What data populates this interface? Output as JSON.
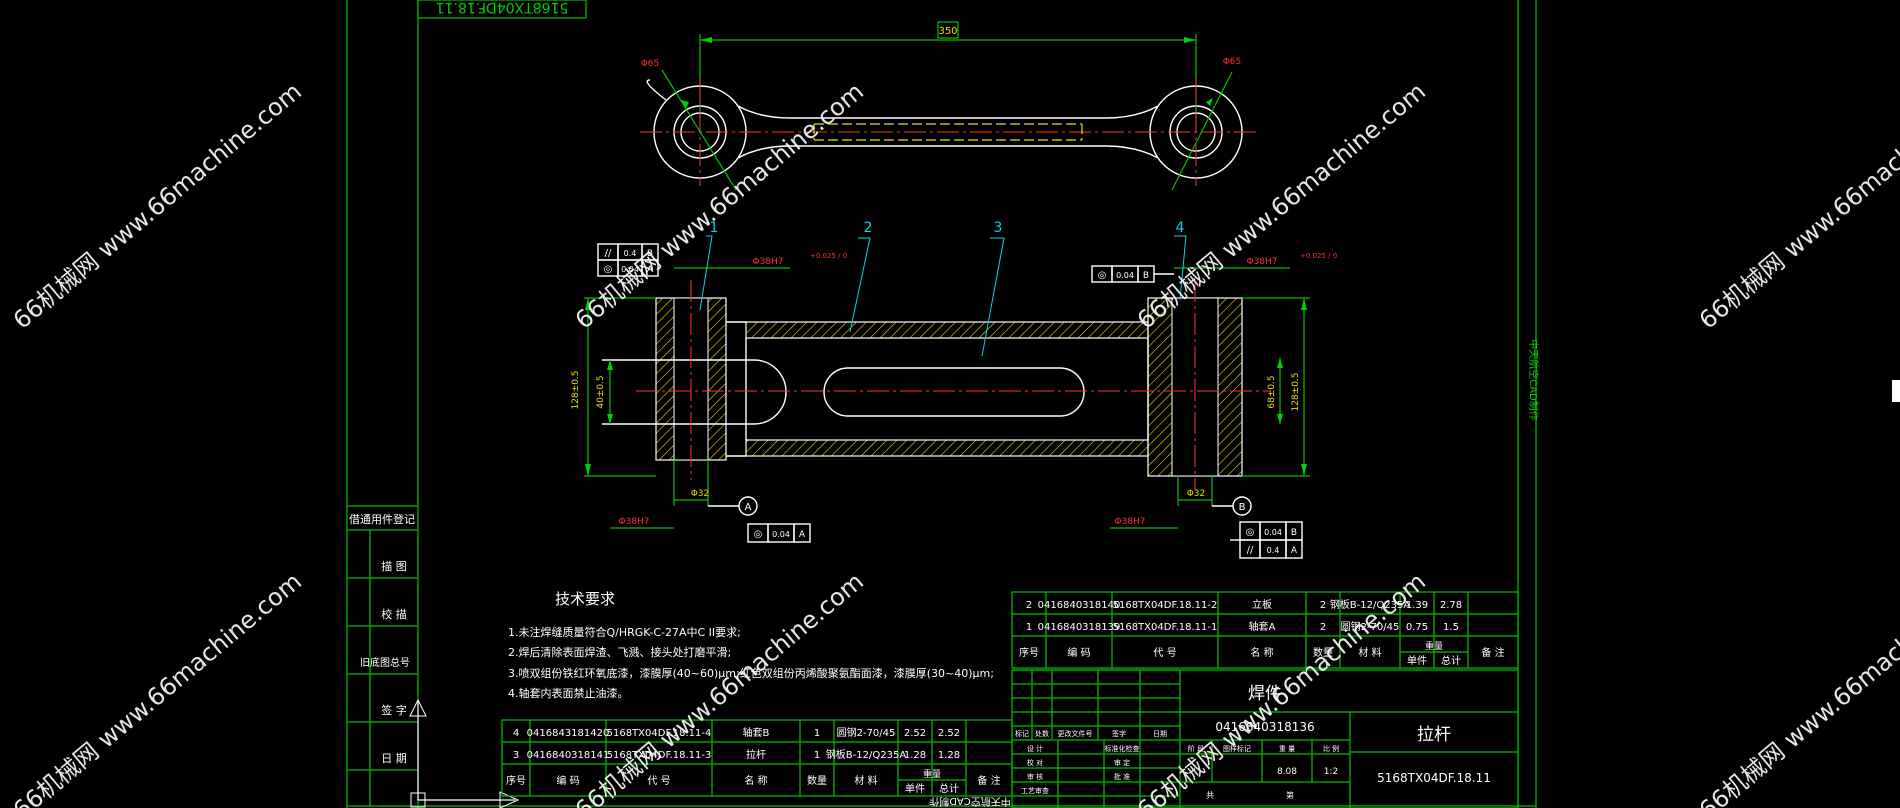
{
  "drawing": {
    "top_code": "5168TX04DF.18.11",
    "side_label": "中天航空CAD制作",
    "dims": {
      "overall_length": "350",
      "end_dia": "Φ65",
      "bore_fit": "Φ38H7",
      "bore_tol": "+0.025 / 0",
      "pin_dia": "Φ32",
      "d_40": "40±0.5",
      "d_128": "128±0.5",
      "d_68": "68±0.5"
    },
    "datums": {
      "a": "A",
      "b": "B"
    },
    "fcf": {
      "parallel_sym": "//",
      "concentric_sym": "◎",
      "tol_04": "0.4",
      "tol_004": "0.04"
    },
    "balloons": [
      "1",
      "2",
      "3",
      "4"
    ]
  },
  "tech": {
    "title": "技术要求",
    "lines": [
      "1.未注焊缝质量符合Q/HRGK-C-27A中C II要求;",
      "2.焊后清除表面焊渣、飞溅、接头处打磨平滑;",
      "3.喷双组份铁红环氧底漆，漆膜厚(40~60)μm;红色双组份丙烯酸聚氨酯面漆，漆膜厚(30~40)μm;",
      "4.轴套内表面禁止油漆。"
    ]
  },
  "left_strip": {
    "items": [
      "借通用件登记",
      "描 图",
      "校 描",
      "旧底图总号",
      "签 字",
      "日 期"
    ]
  },
  "bom_right": {
    "rows": [
      [
        "2",
        "0416840318140",
        "5168TX04DF.18.11-2",
        "立板",
        "2",
        "钢板B-12/Q235A",
        "1.39",
        "2.78",
        ""
      ],
      [
        "1",
        "0416840318139",
        "5168TX04DF.18.11-1",
        "轴套A",
        "2",
        "圆钢2-70/45",
        "0.75",
        "1.5",
        ""
      ]
    ],
    "header": [
      "序号",
      "编 码",
      "代 号",
      "名 称",
      "数量",
      "材 料",
      "单件",
      "总计",
      "备 注"
    ],
    "weight_label": "重量"
  },
  "bom_left": {
    "rows": [
      [
        "4",
        "0416843181420",
        "5168TX04DF.18.11-4",
        "轴套B",
        "1",
        "圆钢2-70/45",
        "2.52",
        "2.52",
        ""
      ],
      [
        "3",
        "0416840318141",
        "5168TX04DF.18.11-3",
        "拉杆",
        "1",
        "钢板B-12/Q235A",
        "1.28",
        "1.28",
        ""
      ]
    ],
    "header": [
      "序号",
      "编 码",
      "代 号",
      "名 称",
      "数量",
      "材 料",
      "单件",
      "总计",
      "备 注"
    ],
    "weight_label": "重量"
  },
  "title_block": {
    "part_type": "焊件",
    "code": "0416840318136",
    "part_name": "拉杆",
    "drawing_no": "5168TX04DF.18.11",
    "weight": "8.08",
    "scale": "1:2",
    "rev_headers": [
      "标记",
      "处数",
      "更改文件号",
      "签字",
      "日期"
    ],
    "roles": [
      "设 计",
      "校 对",
      "审 核",
      "工艺审查"
    ],
    "roles_right": [
      "标准化检查",
      "审 定",
      "批 准"
    ],
    "meta_headers": [
      "阶 段",
      "图样标记",
      "重 量",
      "比 例"
    ],
    "sheet_label": "共",
    "page_label": "第"
  },
  "bottom_text": "中天航空CAD制作",
  "watermark": "66机械网 www.66machine.com",
  "colors": {
    "frame": "#00c000",
    "outline": "#ffffff",
    "hatch": "#e8e000",
    "center": "#ff3030",
    "leader": "#00d8e8"
  }
}
